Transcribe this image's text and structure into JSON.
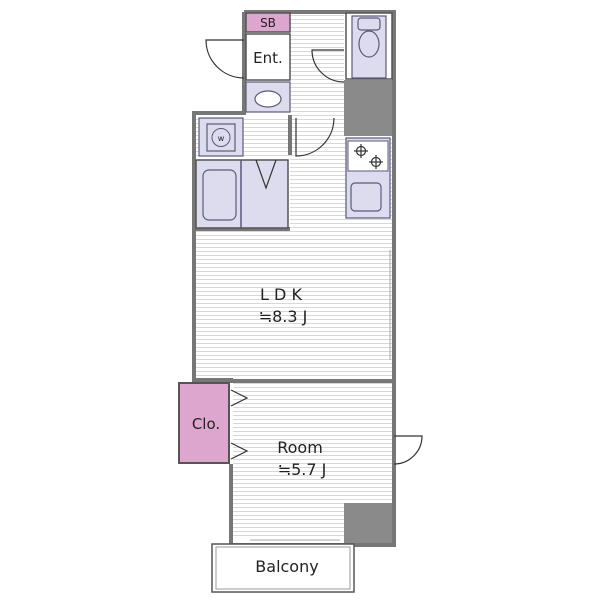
{
  "labels": {
    "shoe_box": "SB",
    "entrance": "Ent.",
    "washer": "w",
    "ldk_name": "L D K",
    "ldk_size": "≒8.3 J",
    "closet": "Clo.",
    "room_name": "Room",
    "room_size": "≒5.7 J",
    "balcony": "Balcony"
  },
  "colors": {
    "wall": "#777777",
    "wall_dark": "#555555",
    "floor_stripe": "#d8d8d8",
    "fixture_fill": "#dcdcee",
    "fixture_stroke": "#5a5a7a",
    "closet_fill": "#dda6cf",
    "shoe_box_fill": "#dda6cf",
    "pillar": "#8a8a8a"
  }
}
